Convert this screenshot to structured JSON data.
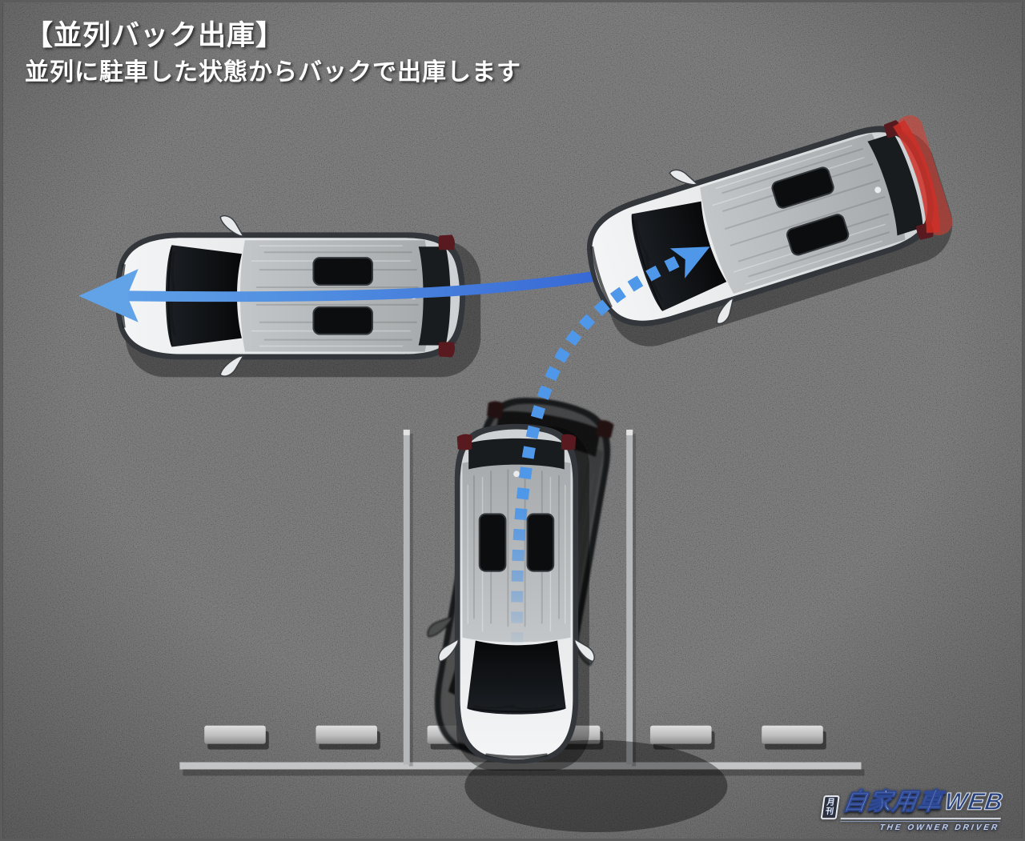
{
  "title": {
    "line1": "【並列バック出庫】",
    "line2": "並列に駐車した状態からバックで出庫します"
  },
  "logo": {
    "prefix_top": "月",
    "prefix_bottom": "刊",
    "name_jp": "自家用車",
    "name_en": "WEB",
    "tagline": "THE OWNER DRIVER"
  },
  "diagram": {
    "maneuver": "parallel-back-exit",
    "cars": {
      "parked_center": "car parked nose-in at center parking space",
      "ghost": "previous/intermediate car position shown as dark silhouette",
      "reversing_angled": "car reversed out at an angle, brake lights lit",
      "exiting_left": "car driving away to the left"
    },
    "colors": {
      "asphalt": "#3b3b3c",
      "parking_line": "#c2c4c5",
      "wheel_stop": "#c9c9c9",
      "arrow_solid_start": "#3565d4",
      "arrow_solid_end": "#62a3e8",
      "arrow_dotted": "#4f97e8",
      "brake_glow": "#d9342b",
      "car_paint": "#eef0f1",
      "car_roof": "#b9bcbe",
      "title_text": "#ffffff"
    }
  }
}
